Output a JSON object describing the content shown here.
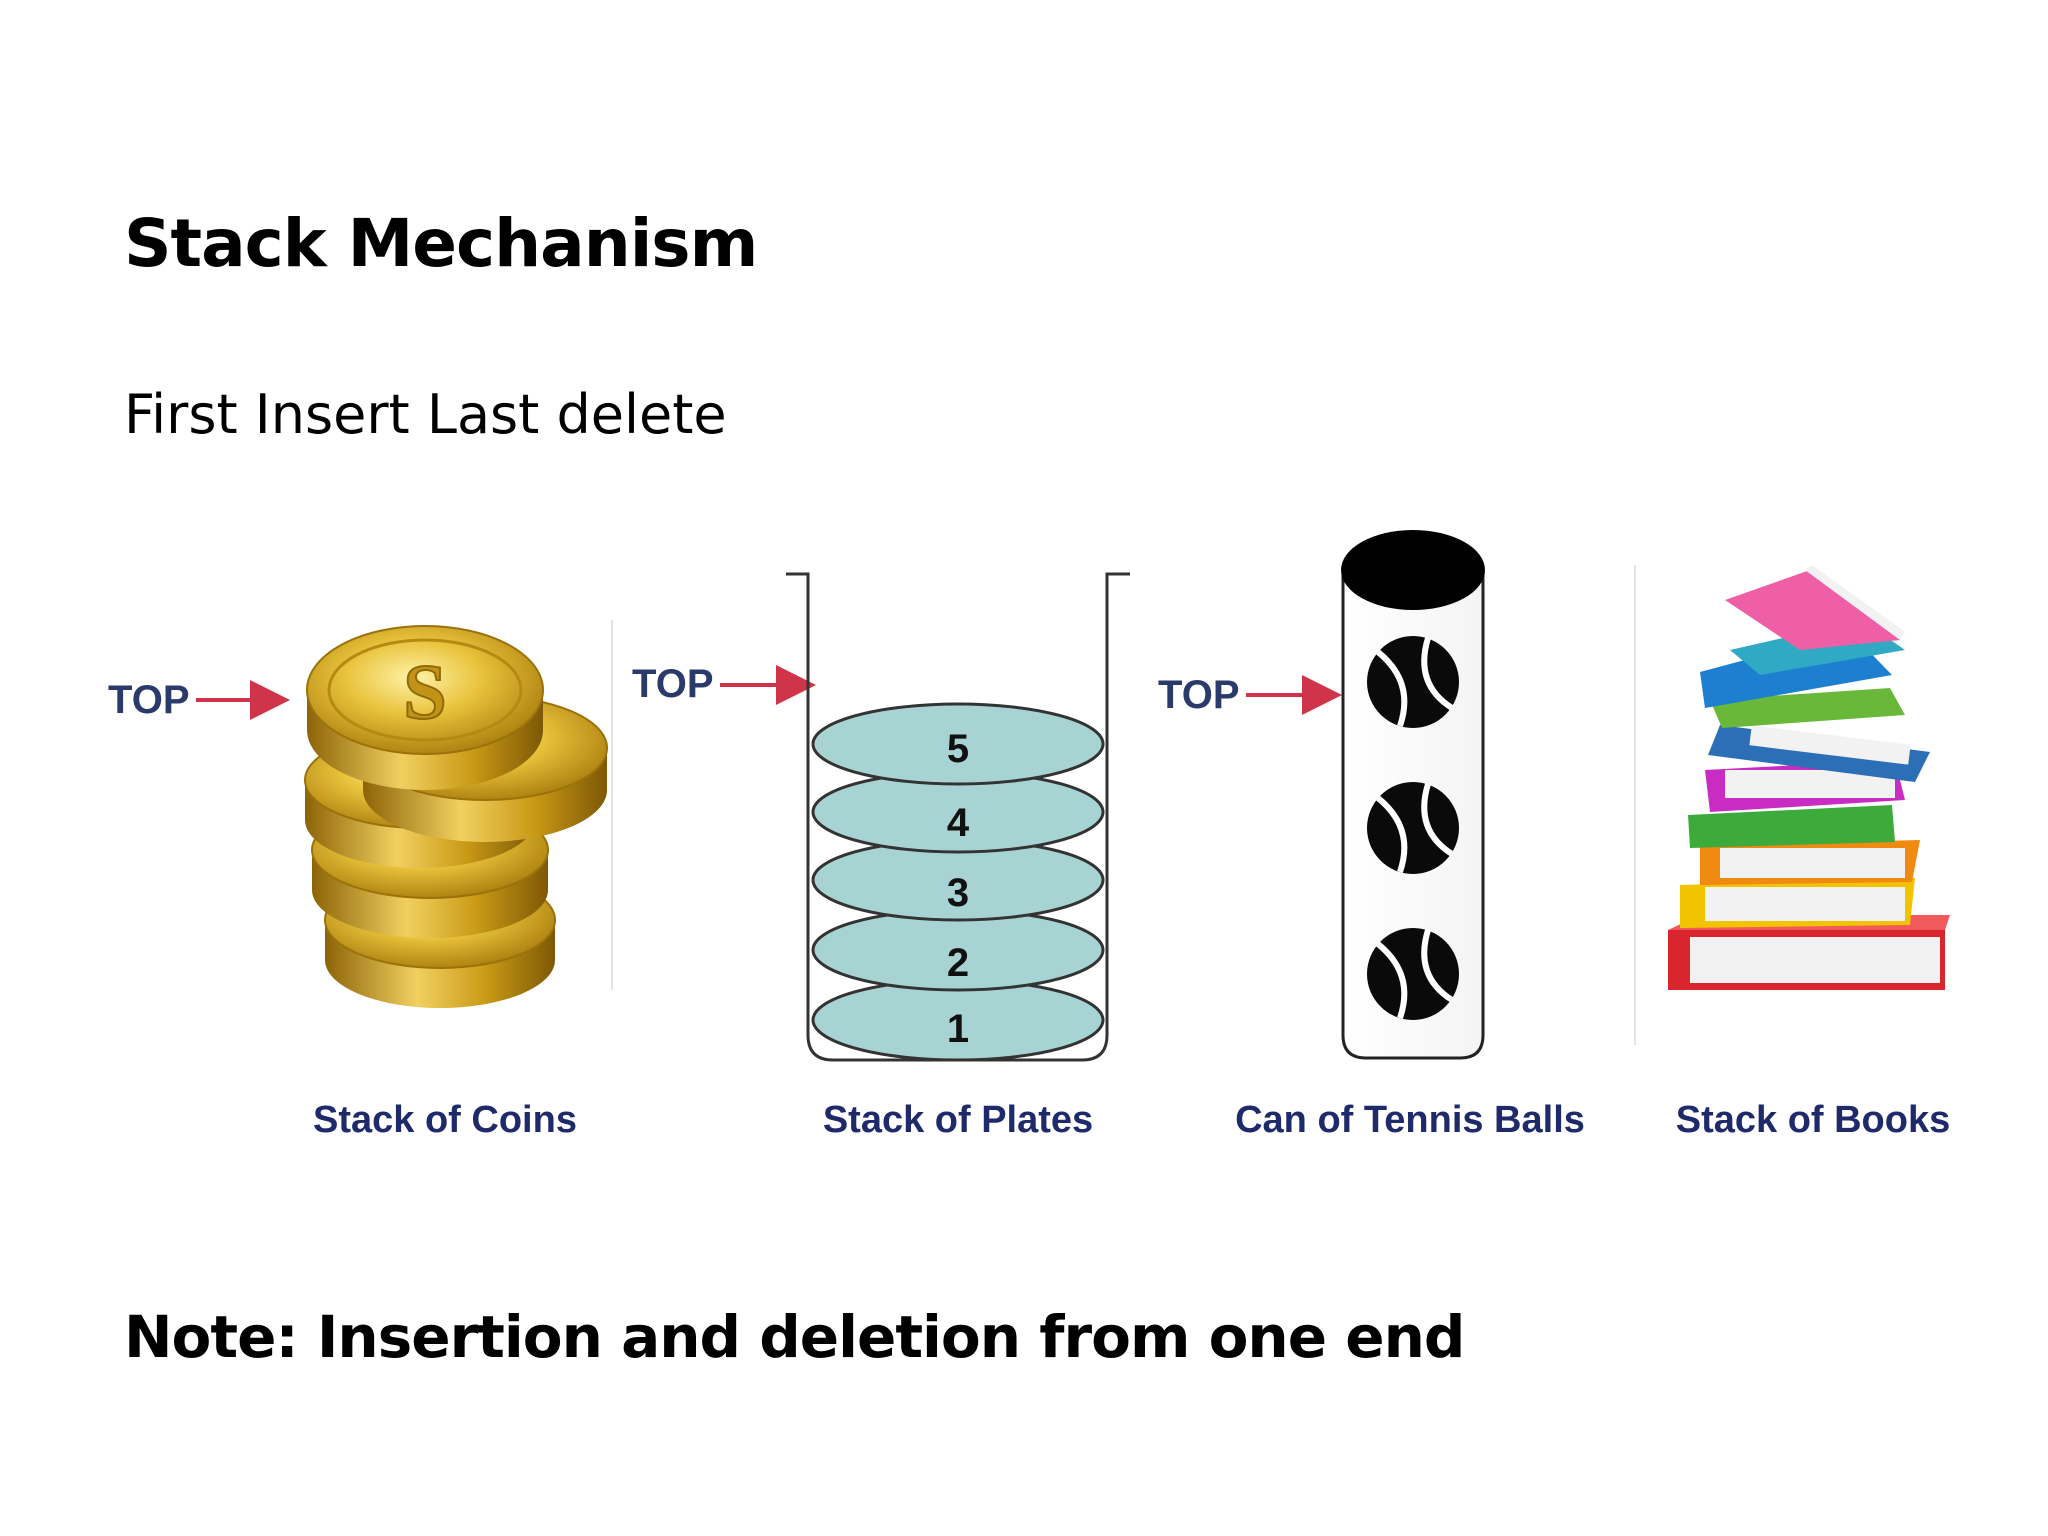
{
  "slide": {
    "title": "Stack Mechanism",
    "subtitle": "First Insert Last delete",
    "note": "Note: Insertion and deletion from one end"
  },
  "figure": {
    "top_marker": "TOP",
    "coin_symbol": "S",
    "captions": {
      "coins": "Stack of Coins",
      "plates": "Stack of Plates",
      "tennis": "Can of Tennis Balls",
      "books": "Stack of Books"
    },
    "plate_numbers": [
      "5",
      "4",
      "3",
      "2",
      "1"
    ],
    "colors": {
      "arrow": "#d0344a",
      "plate_fill": "#a7d4d2",
      "caption": "#1f2a6b",
      "gold": "#d9ab22"
    }
  }
}
